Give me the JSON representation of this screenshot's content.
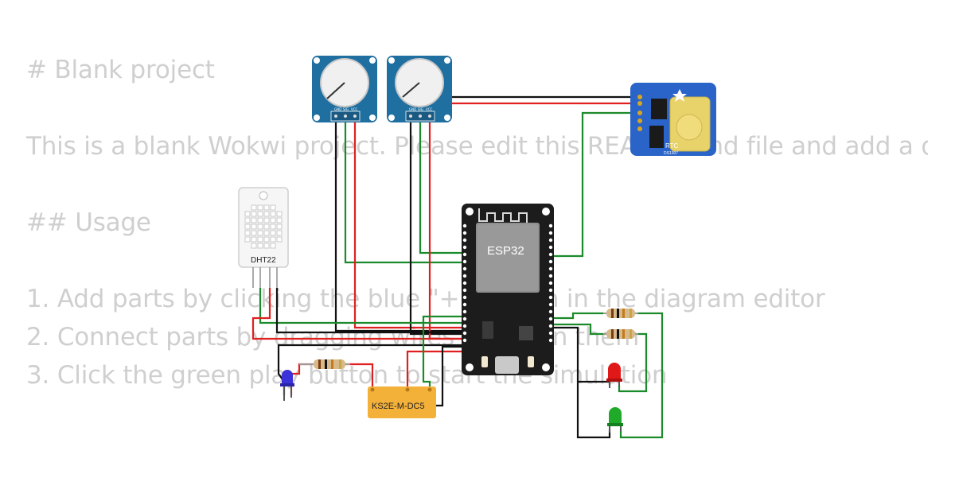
{
  "readme": {
    "title": "# Blank project",
    "description": "This is a blank Wokwi project. Please edit this README.md file and add a description of your project.",
    "usage_heading": "## Usage",
    "steps": [
      "1. Add parts by clicking the blue \"+\" button in the diagram editor",
      "2. Connect parts by dragging wires between them",
      "3. Click the green play button to start the simulation"
    ]
  },
  "parts": {
    "mcu_label": "ESP32",
    "dht_label": "DHT22",
    "relay_label": "KS2E-M-DC5",
    "rtc_label": "RTC",
    "rtc_chip_label": "DS1307",
    "pot_pins": [
      "GND",
      "SIG",
      "VCC"
    ]
  },
  "colors": {
    "pcb_blue": "#1f6fa0",
    "esp_board": "#1c1c1c",
    "rtc_blue": "#2a64c8",
    "relay_orange": "#f4b13a",
    "wire_red": "#e02020",
    "wire_green": "#1b8a2a",
    "wire_black": "#111111"
  }
}
